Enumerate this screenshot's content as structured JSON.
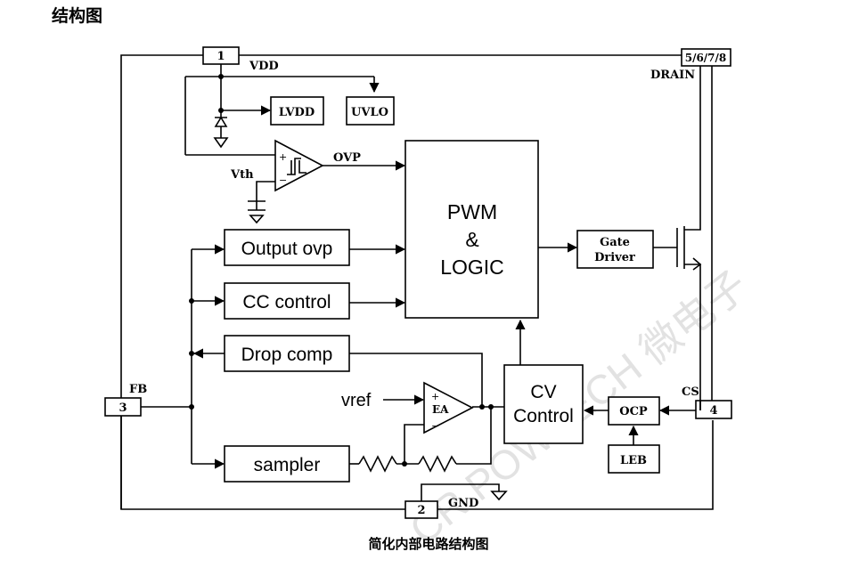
{
  "page_title": "结构图",
  "caption": "简化内部电路结构图",
  "watermark": "CR POWTECH 微电子",
  "pins": {
    "vdd": {
      "number": "1",
      "label": "VDD"
    },
    "drain": {
      "number": "5/6/7/8",
      "label": "DRAIN"
    },
    "fb": {
      "number": "3",
      "label": "FB"
    },
    "cs": {
      "number": "4",
      "label": "CS"
    },
    "gnd": {
      "number": "2",
      "label": "GND"
    }
  },
  "blocks": {
    "lvdd": "LVDD",
    "uvlo": "UVLO",
    "pwm_line1": "PWM",
    "pwm_line2": "&",
    "pwm_line3": "LOGIC",
    "gate_line1": "Gate",
    "gate_line2": "Driver",
    "output_ovp": "Output ovp",
    "cc_control": "CC control",
    "drop_comp": "Drop comp",
    "sampler": "sampler",
    "cv_line1": "CV",
    "cv_line2": "Control",
    "ocp": "OCP",
    "leb": "LEB"
  },
  "signals": {
    "ovp": "OVP",
    "vth": "Vth",
    "vref": "vref",
    "ea": "EA",
    "plus": "+",
    "minus": "−"
  },
  "colors": {
    "line": "#000000",
    "background": "#ffffff",
    "watermark": "#d8d8d8"
  }
}
